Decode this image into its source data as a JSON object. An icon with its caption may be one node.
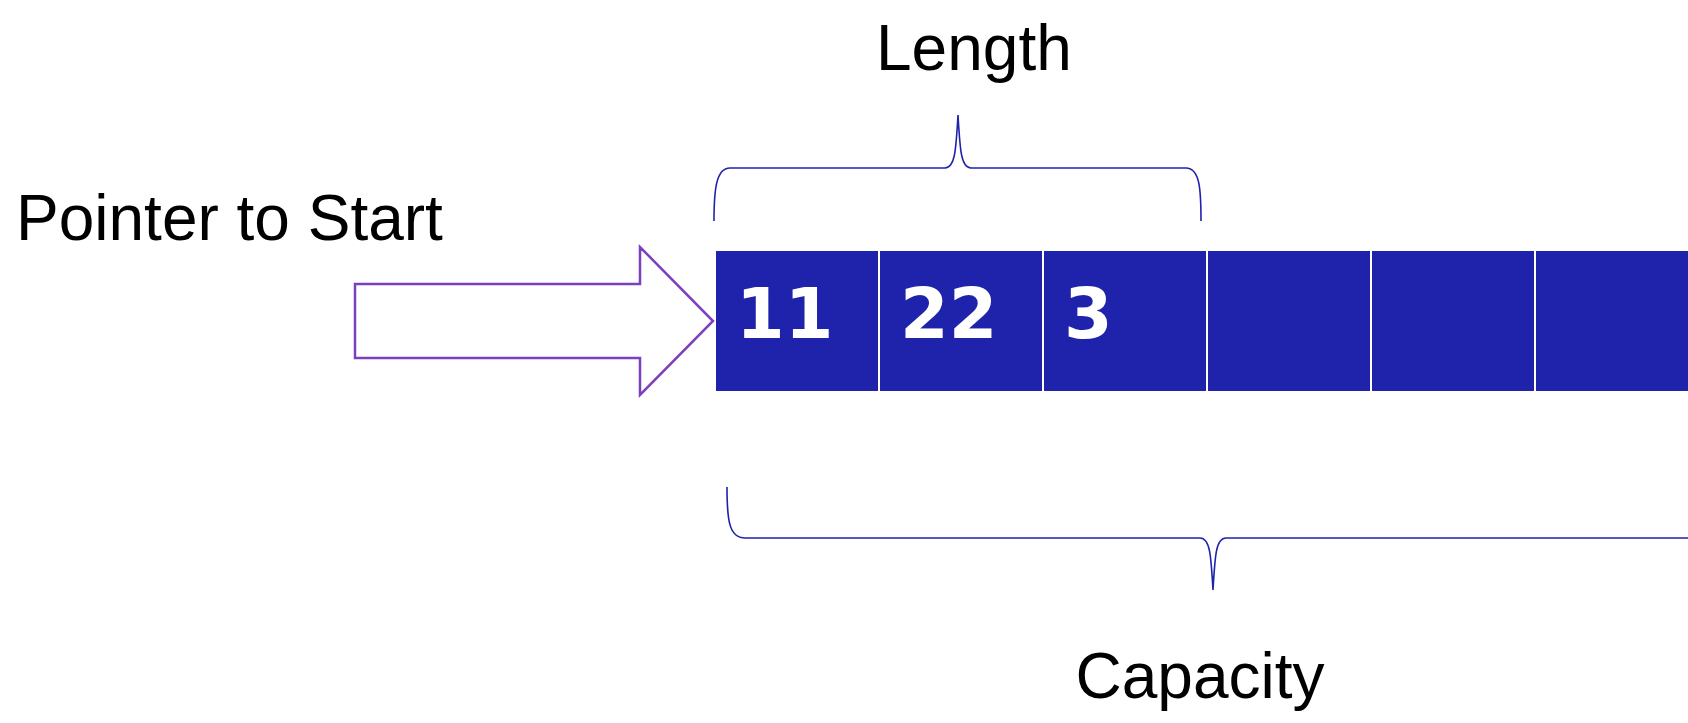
{
  "diagram": {
    "nodes": [
      {
        "text": [
          "Pointer to Start"
        ]
      },
      {
        "text": [
          "11"
        ]
      },
      {
        "text": [
          "22"
        ]
      },
      {
        "text": [
          "3"
        ]
      },
      {
        "text": [],
        "shape": "box"
      },
      {
        "text": [],
        "shape": "box"
      },
      {
        "text": [],
        "shape": "box"
      }
    ],
    "edges": [
      {
        "from": 0,
        "to": 1,
        "arrow": "to"
      }
    ],
    "labels": [
      "Length",
      "Capacity"
    ]
  }
}
